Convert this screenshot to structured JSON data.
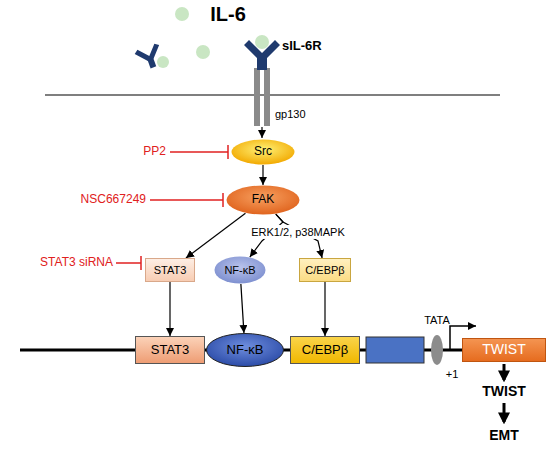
{
  "diagram": {
    "nodes": [
      {
        "text": [
          "Src"
        ]
      },
      {
        "text": [
          "FAK"
        ]
      },
      {
        "text": [
          "STAT3"
        ]
      },
      {
        "text": [
          "NF-κB"
        ]
      },
      {
        "text": [
          "C/EBPβ"
        ]
      },
      {
        "text": [
          "STAT3"
        ]
      },
      {
        "text": [
          "NF-κB"
        ]
      },
      {
        "text": [
          "C/EBPβ"
        ]
      },
      {
        "text": [
          "TWIST"
        ]
      }
    ],
    "edges": [
      {
        "from": 0,
        "to": 1,
        "arrow": "to"
      },
      {
        "from": 1,
        "to": 2,
        "arrow": "to"
      },
      {
        "from": 1,
        "to": 3,
        "label": "ERK1/2, p38MAPK",
        "arrow": "to"
      },
      {
        "from": 1,
        "to": 4,
        "arrow": "to"
      },
      {
        "from": 2,
        "to": 5,
        "arrow": "to"
      },
      {
        "from": 3,
        "to": 6,
        "arrow": "to"
      },
      {
        "from": 4,
        "to": 7,
        "arrow": "to"
      }
    ],
    "labels": [
      "IL-6",
      "sIL-6R",
      "gp130",
      "PP2",
      "NSC667249",
      "STAT3 siRNA",
      "TATA",
      "+1",
      "TWIST",
      "EMT"
    ]
  }
}
